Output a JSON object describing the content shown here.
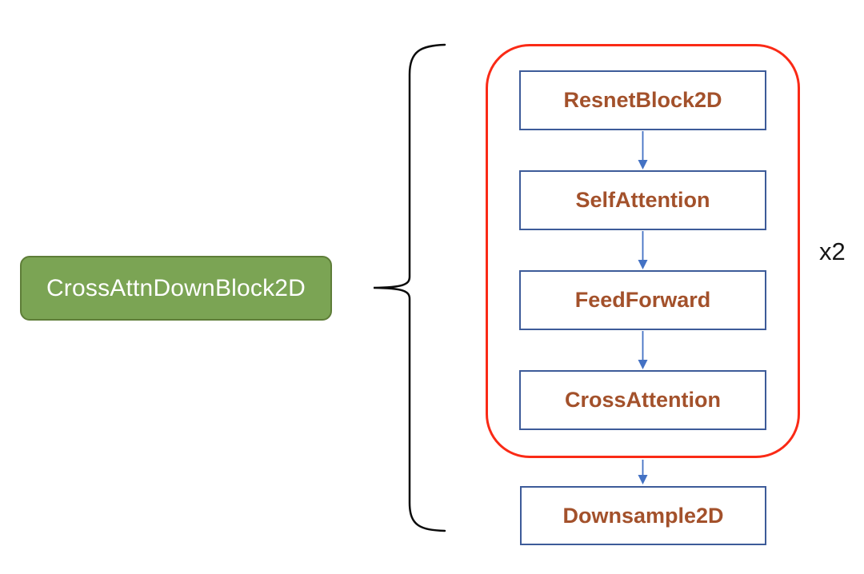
{
  "diagram": {
    "title_block": {
      "label": "CrossAttnDownBlock2D"
    },
    "repeat_label": "x2",
    "inner_blocks": [
      "ResnetBlock2D",
      "SelfAttention",
      "FeedForward",
      "CrossAttention"
    ],
    "output_block": "Downsample2D",
    "flow": [
      "ResnetBlock2D -> SelfAttention",
      "SelfAttention -> FeedForward",
      "FeedForward -> CrossAttention",
      "repeat-group -> Downsample2D"
    ],
    "colors": {
      "green": "#7BA454",
      "greenBorder": "#5E7D38",
      "red": "#FA2A16",
      "blue": "#3D5B99",
      "arrow": "#4472C4",
      "brown": "#A3512B",
      "ink": "#0B0B0B"
    }
  }
}
